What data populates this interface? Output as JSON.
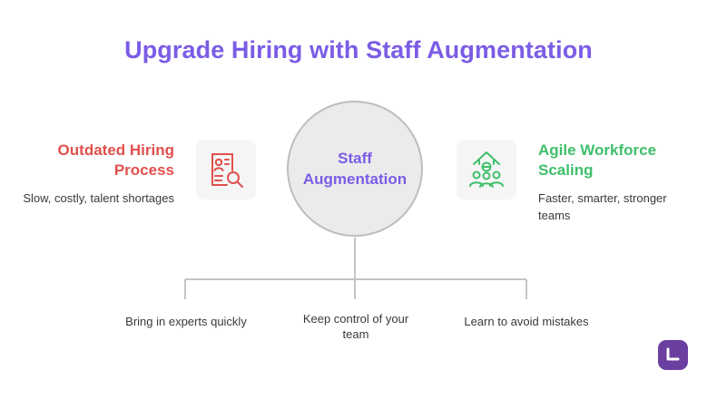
{
  "title": "Upgrade Hiring with Staff Augmentation",
  "hub": {
    "label": "Staff Augmentation",
    "icon": "circle"
  },
  "left": {
    "title": "Outdated Hiring Process",
    "description": "Slow, costly, talent shortages",
    "icon": "resume-search-icon",
    "color": "#e0504c"
  },
  "right": {
    "title": "Agile Workforce Scaling",
    "description": "Faster, smarter, stronger teams",
    "icon": "team-growth-icon",
    "color": "#3fbf6b"
  },
  "branches": [
    {
      "label": "Bring in experts quickly"
    },
    {
      "label": "Keep control of your team"
    },
    {
      "label": "Learn to avoid mistakes"
    }
  ],
  "colors": {
    "accent": "#7b5ce6",
    "connector": "#c4c4c4",
    "logo": "#6b3fa0"
  },
  "logo": {
    "icon": "brand-logo-icon"
  }
}
